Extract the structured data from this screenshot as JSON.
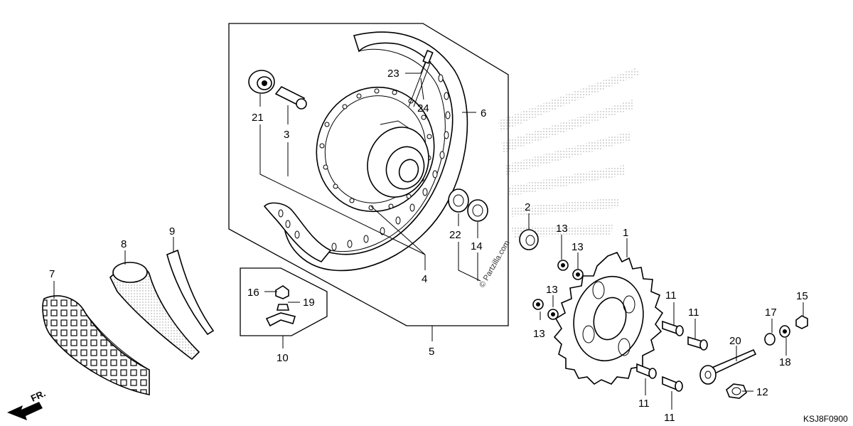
{
  "callouts": [
    {
      "id": "c1",
      "text": "1"
    },
    {
      "id": "c2",
      "text": "2"
    },
    {
      "id": "c3",
      "text": "3"
    },
    {
      "id": "c4",
      "text": "4"
    },
    {
      "id": "c5",
      "text": "5"
    },
    {
      "id": "c6",
      "text": "6"
    },
    {
      "id": "c7",
      "text": "7"
    },
    {
      "id": "c8",
      "text": "8"
    },
    {
      "id": "c9",
      "text": "9"
    },
    {
      "id": "c10",
      "text": "10"
    },
    {
      "id": "c11a",
      "text": "11"
    },
    {
      "id": "c11b",
      "text": "11"
    },
    {
      "id": "c11c",
      "text": "11"
    },
    {
      "id": "c11d",
      "text": "11"
    },
    {
      "id": "c12",
      "text": "12"
    },
    {
      "id": "c13a",
      "text": "13"
    },
    {
      "id": "c13b",
      "text": "13"
    },
    {
      "id": "c13c",
      "text": "13"
    },
    {
      "id": "c13d",
      "text": "13"
    },
    {
      "id": "c14",
      "text": "14"
    },
    {
      "id": "c15",
      "text": "15"
    },
    {
      "id": "c16",
      "text": "16"
    },
    {
      "id": "c17",
      "text": "17"
    },
    {
      "id": "c18",
      "text": "18"
    },
    {
      "id": "c19",
      "text": "19"
    },
    {
      "id": "c20",
      "text": "20"
    },
    {
      "id": "c21",
      "text": "21"
    },
    {
      "id": "c22",
      "text": "22"
    },
    {
      "id": "c23",
      "text": "23"
    },
    {
      "id": "c24",
      "text": "24"
    }
  ],
  "direction_label": "FR.",
  "diagram_code": "KSJ8F0900",
  "watermark": "© Partzilla.com"
}
